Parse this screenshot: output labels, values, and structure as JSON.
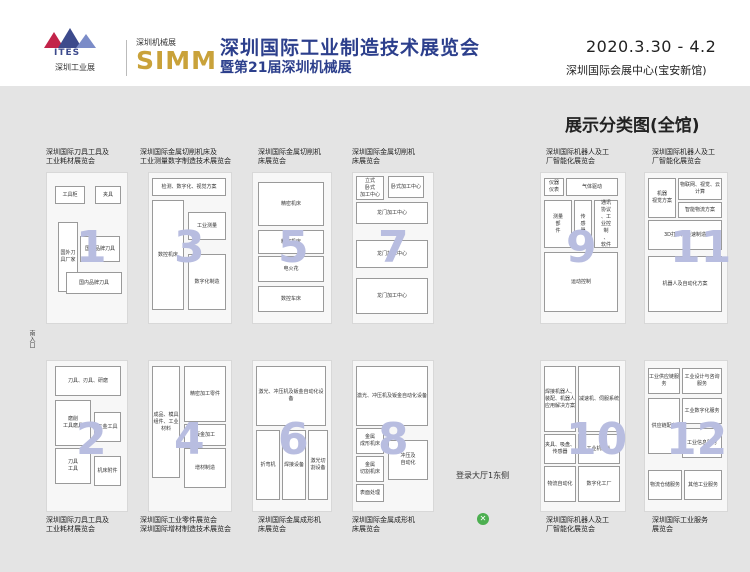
{
  "header": {
    "ites_logo": "ITES",
    "ites_sub": "深圳工业展",
    "simm_sub": "深圳机械展",
    "simm_logo": "SIMM",
    "title_line1": "深圳国际工业制造技术展览会",
    "title_line2": "暨第21届深圳机械展",
    "date": "2020.3.30 - 4.2",
    "venue": "深圳国际会展中心(宝安新馆)"
  },
  "map": {
    "heading": "展示分类图(全馆)",
    "ew_label": "南入口",
    "lobby": "登录大厅1东侧",
    "halls": [
      {
        "num": "1",
        "title": "深圳国际刀具工具及\n工业耗材展览会",
        "booths": [
          "工具柜",
          "夹具",
          "国外刀具厂家",
          "国际品牌刀具",
          "国内品牌刀具"
        ]
      },
      {
        "num": "3",
        "title": "深圳国际金属切削机床及\n工业测量数字制造技术展览会",
        "booths": [
          "检测、数字化、视觉方案",
          "数控机床",
          "工业测量",
          "数字化制造"
        ]
      },
      {
        "num": "5",
        "title": "深圳国际金属切削机\n床展览会",
        "booths": [
          "精密机床",
          "精密机床",
          "电火花",
          "数控车床"
        ]
      },
      {
        "num": "7",
        "title": "深圳国际金属切削机\n床展览会",
        "booths": [
          "立式\n卧式\n加工中心",
          "卧式加工中心",
          "龙门加工中心",
          "龙门加工中心",
          "龙门加工中心"
        ]
      },
      {
        "num": "9",
        "title": "深圳国际机器人及工\n厂智能化展览会",
        "booths": [
          "仪器\n仪表",
          "气体驱动",
          "测量\n部\n件",
          "传\n感\n器",
          "通讯\n协议\n、工\n业控\n制\n、\n软件",
          "运动控制"
        ]
      },
      {
        "num": "11",
        "title": "深圳国际机器人及工\n厂智能化展览会",
        "booths": [
          "机器\n视觉方案",
          "物联网、视觉、云计算",
          "智能物流方案",
          "3D打印及快速制造",
          "机器人及自动化方案"
        ]
      },
      {
        "num": "2",
        "title": "深圳国际刀具工具及\n工业耗材展览会",
        "booths": [
          "刀具、刃具、研磨",
          "磨削\n工具磨具",
          "五金工具",
          "刀具\n工具",
          "机床附件"
        ]
      },
      {
        "num": "4",
        "title": "深圳国际工业零件展览会\n深圳国际增材制造技术展览会",
        "booths": [
          "成品、模具\n组件、工业材料",
          "精密加工零件",
          "钣金加工",
          "增材制造"
        ]
      },
      {
        "num": "6",
        "title": "深圳国际金属成形机\n床展览会",
        "booths": [
          "激光、冲压机及钣金自动化设备",
          "折弯机",
          "焊接设备",
          "激光切割设备"
        ]
      },
      {
        "num": "8",
        "title": "深圳国际金属成形机\n床展览会",
        "booths": [
          "激光、冲压机及钣金自动化设备",
          "金属\n成形机床",
          "金属\n切割机床",
          "表面处理",
          "冲压及\n自动化"
        ]
      },
      {
        "num": "10",
        "title": "深圳国际机器人及工\n厂智能化展览会",
        "booths": [
          "焊接机器人、装配、机器人应用解决方案",
          "减速机、伺服系统",
          "夹具、吸盘、传感器",
          "工业机器人",
          "数字化工厂",
          "物流自动化"
        ]
      },
      {
        "num": "12",
        "title": "深圳国际工业服务\n展览会",
        "booths": [
          "工业供应链服务",
          "工业设计与咨询服务",
          "工业数字化服务",
          "供应链配套",
          "工业信息服务",
          "物流仓储服务",
          "其他工业服务"
        ]
      }
    ]
  }
}
